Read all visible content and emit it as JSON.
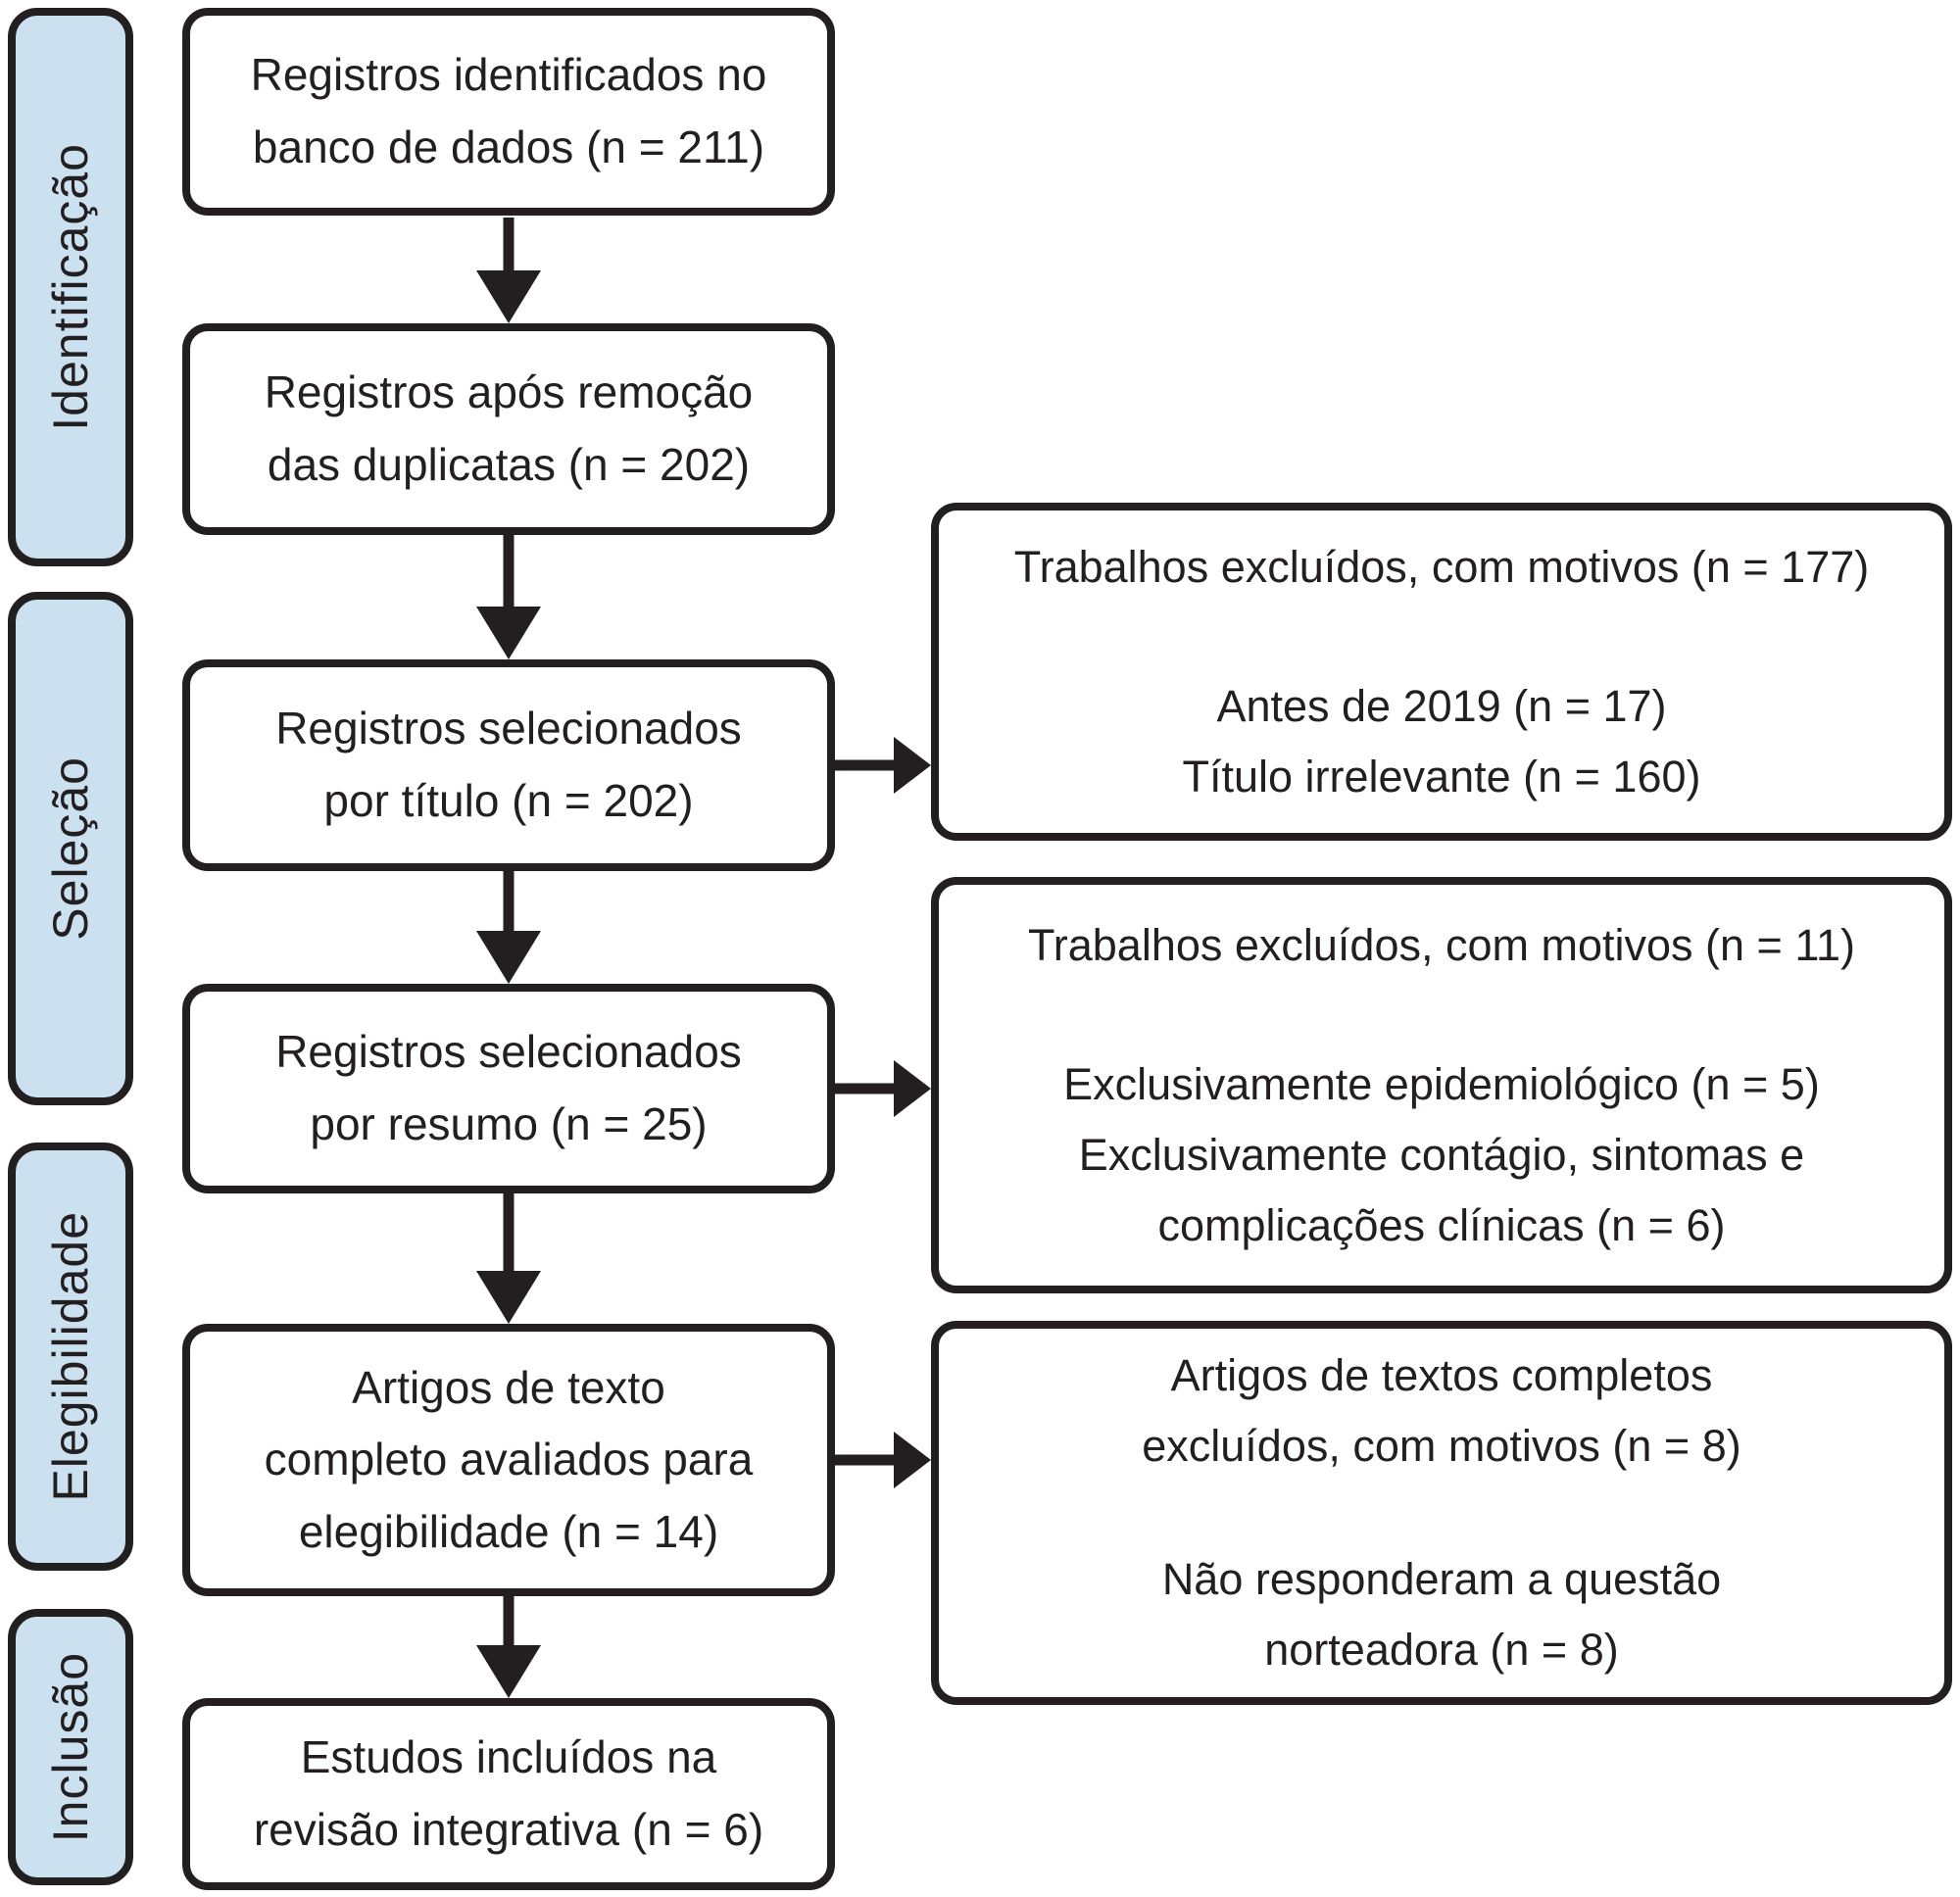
{
  "diagram": {
    "type": "prisma-flow",
    "language": "pt-BR",
    "colors": {
      "stage_fill": "#cbe1f0",
      "stroke": "#231f20",
      "box_fill": "#ffffff",
      "background": "#ffffff"
    },
    "stages": [
      {
        "label": "Identificação"
      },
      {
        "label": "Seleção"
      },
      {
        "label": "Elegibilidade"
      },
      {
        "label": "Inclusão"
      }
    ],
    "flow": [
      {
        "text": "Registros identificados no\nbanco de dados (n = 211)",
        "n": 211
      },
      {
        "text": "Registros após remoção\ndas duplicatas (n = 202)",
        "n": 202
      },
      {
        "text": "Registros selecionados\npor título (n = 202)",
        "n": 202
      },
      {
        "text": "Registros selecionados\npor resumo (n = 25)",
        "n": 25
      },
      {
        "text": "Artigos de texto\ncompleto avaliados para\nelegibilidade (n = 14)",
        "n": 14
      },
      {
        "text": "Estudos incluídos na\nrevisão integrativa (n = 6)",
        "n": 6
      }
    ],
    "exclusions": [
      {
        "title": "Trabalhos excluídos, com motivos (n = 177)",
        "reasons": "Antes de 2019 (n = 17)\nTítulo irrelevante (n = 160)",
        "n": 177
      },
      {
        "title": "Trabalhos excluídos, com motivos (n = 11)",
        "reasons": "Exclusivamente epidemiológico (n = 5)\nExclusivamente contágio, sintomas e\ncomplicações clínicas (n = 6)",
        "n": 11
      },
      {
        "title": "Artigos de textos completos\nexcluídos, com motivos (n = 8)",
        "reasons": "Não responderam a questão\nnorteadora (n = 8)",
        "n": 8
      }
    ]
  }
}
